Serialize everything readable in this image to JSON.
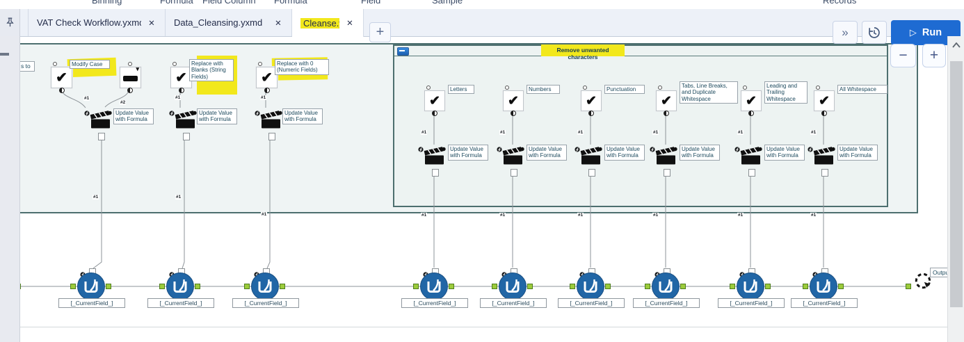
{
  "colors": {
    "accent_blue": "#1e6bd2",
    "highlight_yellow": "#f2e81c",
    "container_border": "#4d6f6f",
    "tool_blue": "#2166a6",
    "anchor_green": "#9ccb3b"
  },
  "icons": {
    "check": "✔",
    "dropdown_caret": "▾",
    "play": "▷",
    "close": "✕",
    "overflow": "»",
    "new_tab": "+"
  },
  "ribbon_labels": [
    "Binning",
    "Formula",
    "Field Column",
    "Formula",
    "Field",
    "Sample",
    "Records"
  ],
  "tab_bar": {
    "tabs": [
      {
        "label": "VAT Check Workflow.yxmd",
        "active": false,
        "highlighted": false
      },
      {
        "label": "Data_Cleansing.yxmd",
        "active": false,
        "highlighted": false
      },
      {
        "label": "Cleanse.yxmc",
        "active": true,
        "highlighted": true
      }
    ],
    "new_tab_glyph": "+",
    "overflow_glyph": "»",
    "run_button": {
      "label": "Run"
    }
  },
  "canvas": {
    "zoom_out_glyph": "−",
    "zoom_in_glyph": "+",
    "edge_partial_label": "s to",
    "inner_container_title": "Remove unwanted characters",
    "branch_label": "#1",
    "formula_annotation": "Update Value with Formula",
    "field_tool_annotation": "[_CurrentField_]",
    "field_tool_count": 9,
    "output_annotation": "Output",
    "interface_groups": [
      {
        "annotation": "Modify Case",
        "highlighted": true,
        "has_dropdown": true,
        "connections": [
          "#1",
          "#2"
        ]
      },
      {
        "annotation": "Replace with Blanks (String Fields)",
        "highlighted": true,
        "has_dropdown": false,
        "connections": [
          "#1"
        ]
      },
      {
        "annotation": "Replace with 0 (Numeric Fields)",
        "highlighted": true,
        "has_dropdown": false,
        "connections": [
          "#1"
        ]
      }
    ],
    "cleanse_checkboxes": [
      "Letters",
      "Numbers",
      "Punctuation",
      "Tabs, Line Breaks, and Duplicate Whitespace",
      "Leading and Trailing Whitespace",
      "All Whitespace"
    ]
  }
}
